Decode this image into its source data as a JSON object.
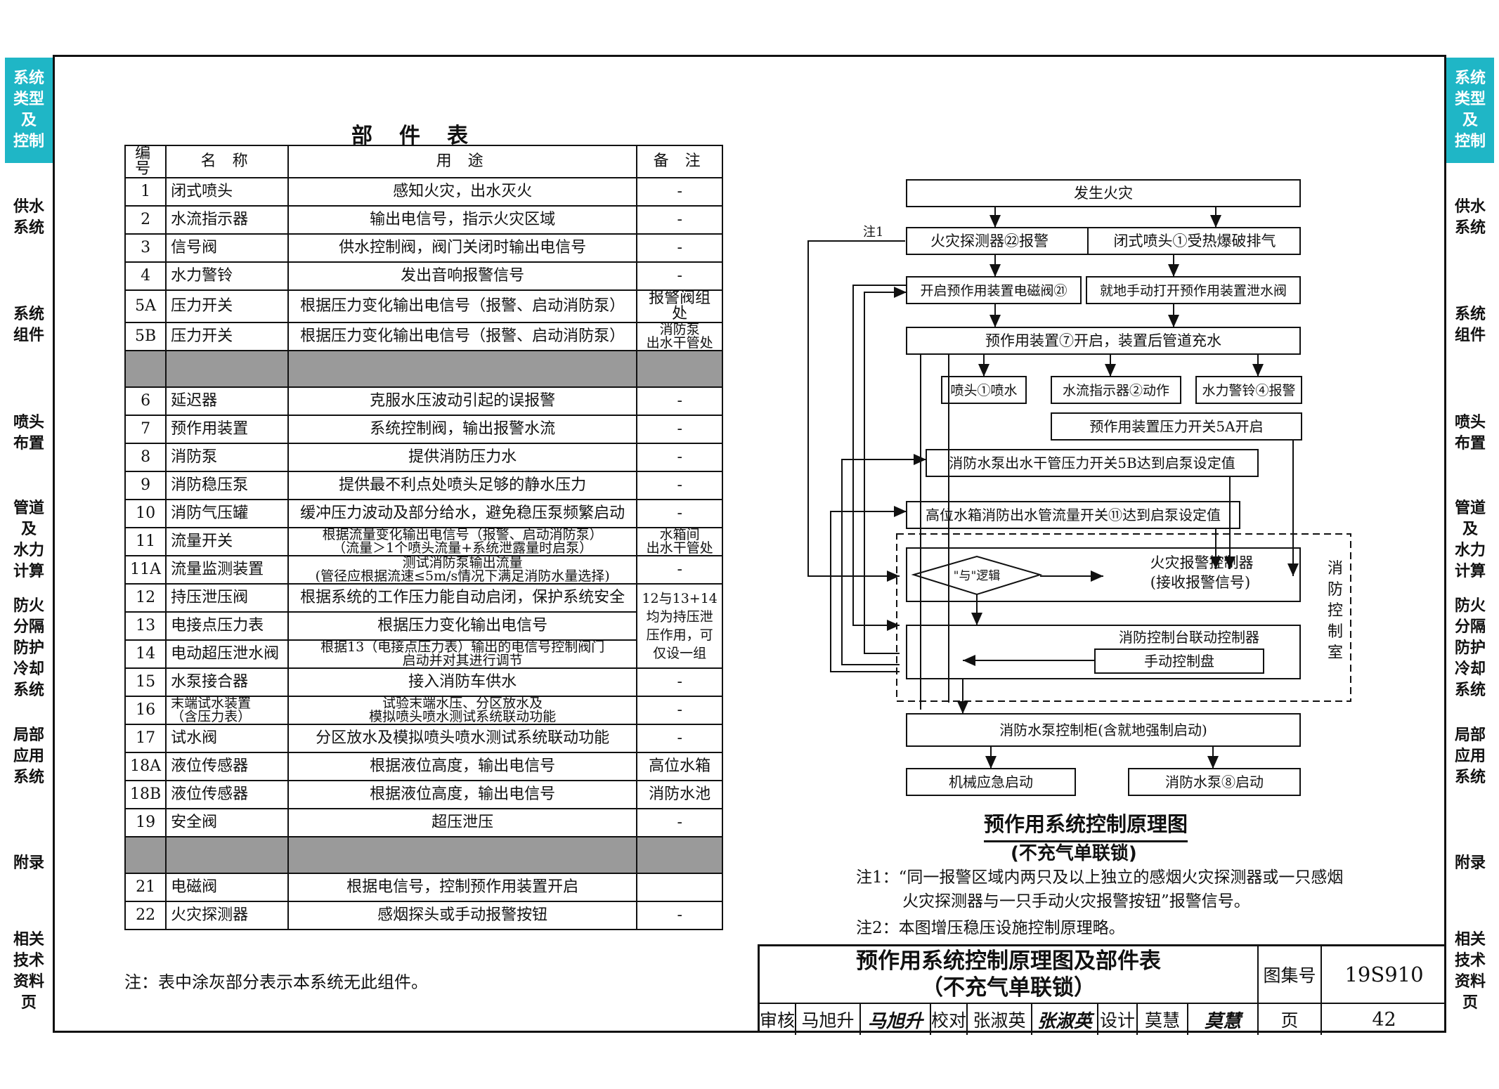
{
  "sidebar": {
    "tabs": [
      {
        "label": "系统\n类型\n及\n控制",
        "active": true,
        "h": 152
      },
      {
        "label": "供水\n系统",
        "active": false,
        "h": 153
      },
      {
        "label": "系统\n组件",
        "active": false,
        "h": 154
      },
      {
        "label": "喷头\n布置",
        "active": false,
        "h": 153
      },
      {
        "label": "管道\n及\n水力\n计算",
        "active": false,
        "h": 152
      },
      {
        "label": "防火\n分隔\n防护\n冷却\n系统",
        "active": false,
        "h": 155
      },
      {
        "label": "局部\n应用\n系统",
        "active": false,
        "h": 153
      },
      {
        "label": "附录",
        "active": false,
        "h": 152
      },
      {
        "label": "相关\n技术\n资料\n页",
        "active": false,
        "h": 155
      }
    ],
    "accent": "#1fb6c6"
  },
  "parts_table": {
    "title": "部件表",
    "headers": [
      "编号",
      "名 称",
      "用 途",
      "备 注"
    ],
    "rows": [
      {
        "no": "1",
        "name": "闭式喷头",
        "use": "感知火灾，出水灭火",
        "note": "-"
      },
      {
        "no": "2",
        "name": "水流指示器",
        "use": "输出电信号，指示火灾区域",
        "note": "-"
      },
      {
        "no": "3",
        "name": "信号阀",
        "use": "供水控制阀，阀门关闭时输出电信号",
        "note": "-"
      },
      {
        "no": "4",
        "name": "水力警铃",
        "use": "发出音响报警信号",
        "note": "-"
      },
      {
        "no": "5A",
        "name": "压力开关",
        "use": "根据压力变化输出电信号（报警、启动消防泵）",
        "note": "报警阀组处"
      },
      {
        "no": "5B",
        "name": "压力开关",
        "use": "根据压力变化输出电信号（报警、启动消防泵）",
        "note": "消防泵\n出水干管处"
      },
      {
        "no": "",
        "name": "",
        "use": "",
        "note": "",
        "gray": true
      },
      {
        "no": "6",
        "name": "延迟器",
        "use": "克服水压波动引起的误报警",
        "note": "-"
      },
      {
        "no": "7",
        "name": "预作用装置",
        "use": "系统控制阀，输出报警水流",
        "note": "-"
      },
      {
        "no": "8",
        "name": "消防泵",
        "use": "提供消防压力水",
        "note": "-"
      },
      {
        "no": "9",
        "name": "消防稳压泵",
        "use": "提供最不利点处喷头足够的静水压力",
        "note": "-"
      },
      {
        "no": "10",
        "name": "消防气压罐",
        "use": "缓冲压力波动及部分给水，避免稳压泵频繁启动",
        "note": "-"
      },
      {
        "no": "11",
        "name": "流量开关",
        "use": "根据流量变化输出电信号（报警、启动消防泵）\n（流量＞1个喷头流量+系统泄露量时启泵）",
        "note": "水箱间\n出水干管处"
      },
      {
        "no": "11A",
        "name": "流量监测装置",
        "use": "测试消防泵输出流量\n(管径应根据流速≤5m/s情况下满足消防水量选择)",
        "note": "-"
      },
      {
        "no": "12",
        "name": "持压泄压阀",
        "use": "根据系统的工作压力能自动启闭，保护系统安全",
        "note": "12与13+14\n均为持压泄\n压作用，可\n仅设一组"
      },
      {
        "no": "13",
        "name": "电接点压力表",
        "use": "根据压力变化输出电信号"
      },
      {
        "no": "14",
        "name": "电动超压泄水阀",
        "use": "根据13（电接点压力表）输出的电信号控制阀门\n启动并对其进行调节"
      },
      {
        "no": "15",
        "name": "水泵接合器",
        "use": "接入消防车供水",
        "note": "-"
      },
      {
        "no": "16",
        "name": "末端试水装置\n（含压力表）",
        "use": "试验末端水压、分区放水及\n模拟喷头喷水测试系统联动功能",
        "note": "-"
      },
      {
        "no": "17",
        "name": "试水阀",
        "use": "分区放水及模拟喷头喷水测试系统联动功能",
        "note": "-"
      },
      {
        "no": "18A",
        "name": "液位传感器",
        "use": "根据液位高度，输出电信号",
        "note": "高位水箱"
      },
      {
        "no": "18B",
        "name": "液位传感器",
        "use": "根据液位高度，输出电信号",
        "note": "消防水池"
      },
      {
        "no": "19",
        "name": "安全阀",
        "use": "超压泄压",
        "note": "-"
      },
      {
        "no": "",
        "name": "",
        "use": "",
        "note": "",
        "gray": true
      },
      {
        "no": "21",
        "name": "电磁阀",
        "use": "根据电信号，控制预作用装置开启",
        "note": ""
      },
      {
        "no": "22",
        "name": "火灾探测器",
        "use": "感烟探头或手动报警按钮",
        "note": "-"
      }
    ],
    "footnote": "注：表中涂灰部分表示本系统无此组件。"
  },
  "diagram": {
    "boxes": {
      "fire": "发生火灾",
      "detector": "火灾探测器㉒报警",
      "sprinkler_burst": "闭式喷头①受热爆破排气",
      "open_solenoid": "开启预作用装置电磁阀㉑",
      "manual_drain": "就地手动打开预作用装置泄水阀",
      "device_open": "预作用装置⑦开启，装置后管道充水",
      "spray": "喷头①喷水",
      "flow_ind": "水流指示器②动作",
      "bell": "水力警铃④报警",
      "psw_5a": "预作用装置压力开关5A开启",
      "psw_5b": "消防水泵出水干管压力开关5B达到启泵设定值",
      "flow_sw": "高位水箱消防出水管流量开关⑪达到启泵设定值",
      "and_logic": "\"与\"逻辑",
      "alarm_ctrl": "火灾报警控制器",
      "alarm_ctrl_sub": "(接收报警信号)",
      "linkage_ctrl": "消防控制台联动控制器",
      "manual_panel": "手动控制盘",
      "control_room": "消\n防\n控\n制\n室",
      "pump_cabinet": "消防水泵控制柜(含就地强制启动)",
      "mech_start": "机械应急启动",
      "pump_start": "消防水泵⑧启动",
      "note1_tag": "注1"
    },
    "title": "预作用系统控制原理图",
    "subtitle": "(不充气单联锁)",
    "notes": [
      "注1：“同一报警区域内两只及以上独立的感烟火灾探测器或一只感烟",
      "火灾探测器与一只手动火灾报警按钮”报警信号。",
      "注2：本图增压稳压设施控制原理略。"
    ]
  },
  "title_block": {
    "main_title_1": "预作用系统控制原理图及部件表",
    "main_title_2": "（不充气单联锁）",
    "atlas_label": "图集号",
    "atlas_no": "19S910",
    "review_label": "审核",
    "reviewer": "马旭升",
    "reviewer_sig": "马旭升",
    "check_label": "校对",
    "checker": "张淑英",
    "checker_sig": "张淑英",
    "design_label": "设计",
    "designer": "莫慧",
    "designer_sig": "莫慧",
    "page_label": "页",
    "page_no": "42"
  }
}
